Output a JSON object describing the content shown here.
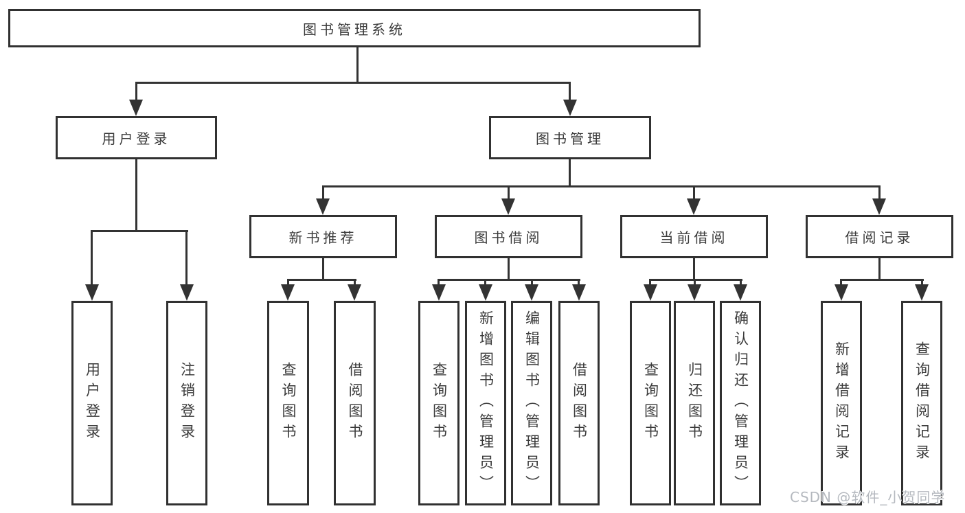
{
  "title": "图书管理系统",
  "level2": [
    {
      "label": "用户登录"
    },
    {
      "label": "图书管理"
    }
  ],
  "level3": [
    {
      "label": "新书推荐"
    },
    {
      "label": "图书借阅"
    },
    {
      "label": "当前借阅"
    },
    {
      "label": "借阅记录"
    }
  ],
  "leaves": [
    {
      "label": "用户登录"
    },
    {
      "label": "注销登录"
    },
    {
      "label": "查询图书"
    },
    {
      "label": "借阅图书"
    },
    {
      "label": "查询图书"
    },
    {
      "label": "新增图书（管理员）"
    },
    {
      "label": "编辑图书（管理员）"
    },
    {
      "label": "借阅图书"
    },
    {
      "label": "查询图书"
    },
    {
      "label": "归还图书"
    },
    {
      "label": "确认归还（管理员）"
    },
    {
      "label": "新增借阅记录"
    },
    {
      "label": "查询借阅记录"
    }
  ],
  "watermark": {
    "text": "CSDN @软件_小贺同学"
  },
  "colors": {
    "line": "#333333",
    "border": "#313131",
    "text": "#3b3b3b",
    "watermark": "#b5b9bf",
    "background": "#ffffff"
  }
}
